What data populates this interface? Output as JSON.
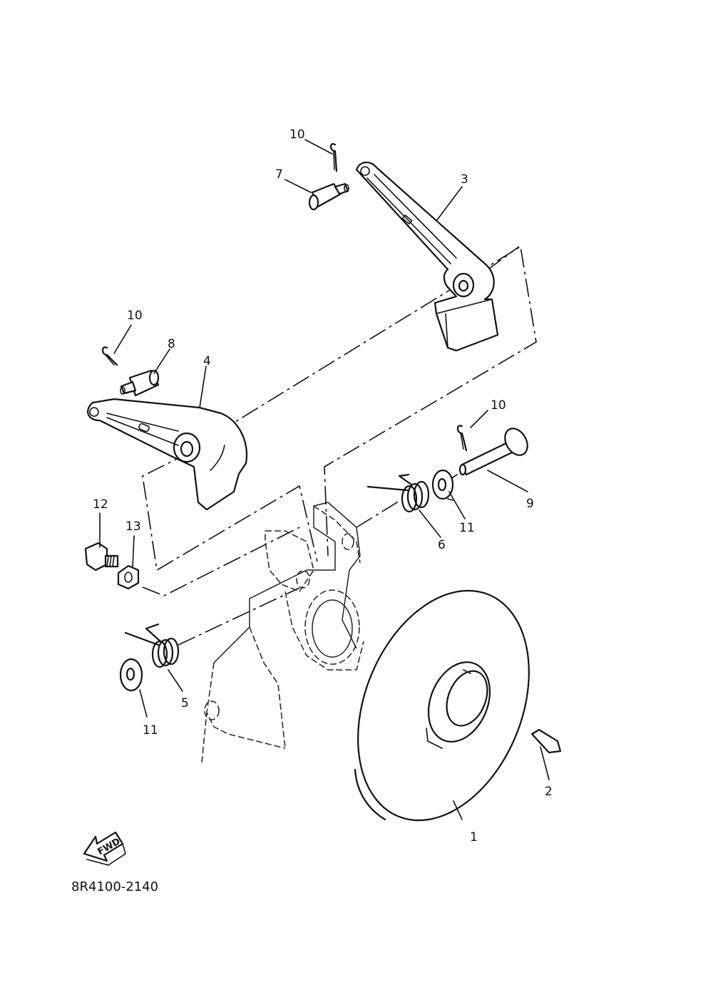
{
  "callouts": {
    "c1": "1",
    "c2": "2",
    "c3": "3",
    "c4": "4",
    "c5": "5",
    "c6": "6",
    "c7": "7",
    "c8": "8",
    "c9": "9",
    "c10a": "10",
    "c10b": "10",
    "c10c": "10",
    "c11a": "11",
    "c11b": "11",
    "c12": "12",
    "c13": "13"
  },
  "direction_arrow": {
    "label": "FWD",
    "icon": "fwd-arrow-icon"
  },
  "diagram_code": "8R4100-2140"
}
